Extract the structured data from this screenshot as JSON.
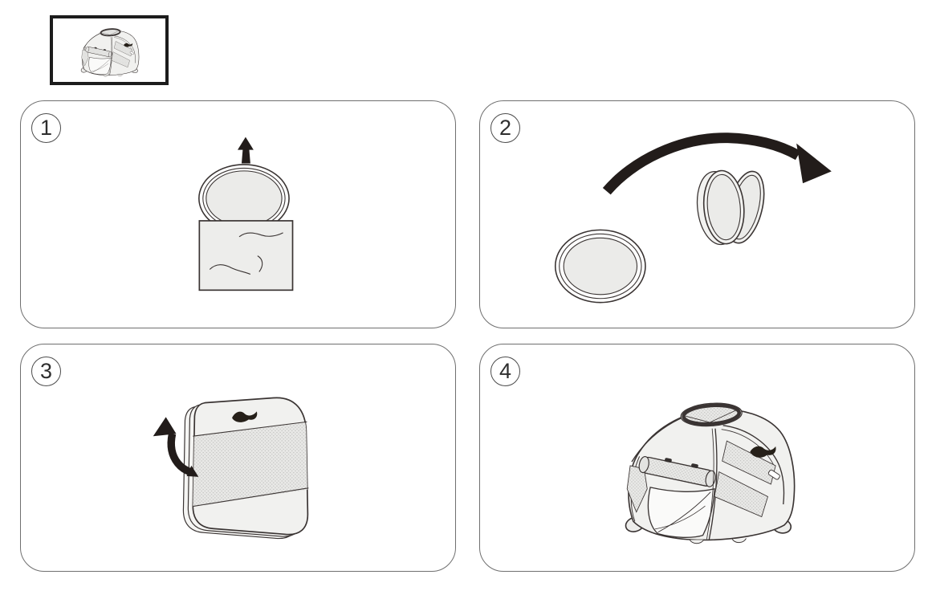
{
  "overview": {
    "icon": "assembled-tent-icon"
  },
  "steps": [
    {
      "number": "1",
      "icon": "pull-folded-disc-from-bag-illustration"
    },
    {
      "number": "2",
      "icon": "flip-open-folded-discs-illustration"
    },
    {
      "number": "3",
      "icon": "unfold-side-panel-illustration"
    },
    {
      "number": "4",
      "icon": "assembled-pop-up-tent-illustration"
    }
  ],
  "colors": {
    "line": "#3a3433",
    "arrow": "#221c1a",
    "fill_light": "#efefed",
    "fill_lighter": "#f4f4f2",
    "interior": "#fafaf9",
    "mesh_dot": "#c4c4c2",
    "mesh_bg": "#e9e9e7",
    "panel_border": "#6f6f6f",
    "badge_border": "#4c4c4c",
    "badge_text": "#2e2e2e",
    "thumbnail_border": "#1c1c1c",
    "background": "#ffffff"
  }
}
